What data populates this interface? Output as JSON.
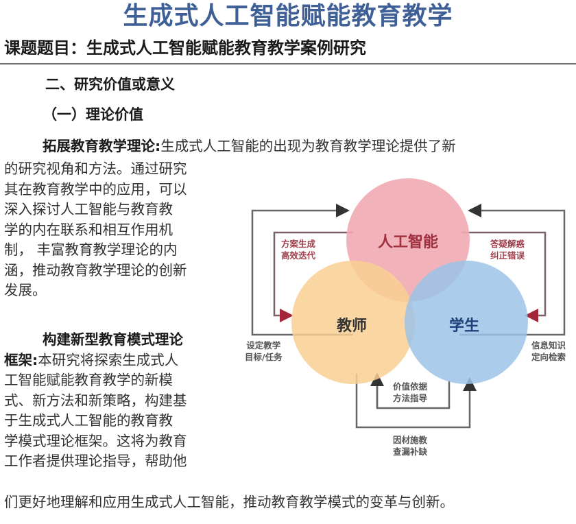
{
  "header": {
    "title": "生成式人工智能赋能教育教学",
    "subject": "课题题目：生成式人工智能赋能教育教学案例研究"
  },
  "section": {
    "heading": "二、研究价值或意义",
    "subheading": "（一）理论价值"
  },
  "paragraph1": {
    "lead": "拓展教育教学理论:",
    "first_line": "生成式人工智能的出现为教育教学理论提供了新",
    "lines": [
      "的研究视角和方法。通过研究",
      "其在教育教学中的应用，可以",
      "深入探讨人工智能与教育教",
      "学的内在联系和相互作用机",
      "制， 丰富教育教学理论的内",
      "涵，推动教育教学理论的创新",
      "发展。"
    ]
  },
  "paragraph2": {
    "lead_line": "构建新型教育模式理论",
    "lead_cont": "框架:",
    "first_line": "本研究将探索生成式人",
    "lines": [
      "工智能赋能教育教学的新模",
      "式、新方法和新策略，构建基",
      "于生成式人工智能的教育教",
      "学模式理论框架。这将为教育",
      "工作者提供理论指导，帮助他"
    ],
    "last_line": "们更好地理解和应用生成式人工智能，推动教育教学模式的变革与创新。"
  },
  "diagram": {
    "circles": [
      {
        "label": "人工智能",
        "color": "#f1aab3",
        "text_color": "#a0303e"
      },
      {
        "label": "教师",
        "color": "#f9cf93",
        "text_color": "#333333"
      },
      {
        "label": "学生",
        "color": "#9cc3e6",
        "text_color": "#1f3f7a"
      }
    ],
    "labels": {
      "top_left": [
        "方案生成",
        "高效迭代"
      ],
      "top_right": [
        "答疑解惑",
        "纠正错误"
      ],
      "left": [
        "设定教学",
        "目标/任务"
      ],
      "right": [
        "信息知识",
        "定向检索"
      ],
      "bottom_inner": [
        "价值依据",
        "方法指导"
      ],
      "bottom_outer": [
        "因材施教",
        "查漏补缺"
      ]
    }
  }
}
